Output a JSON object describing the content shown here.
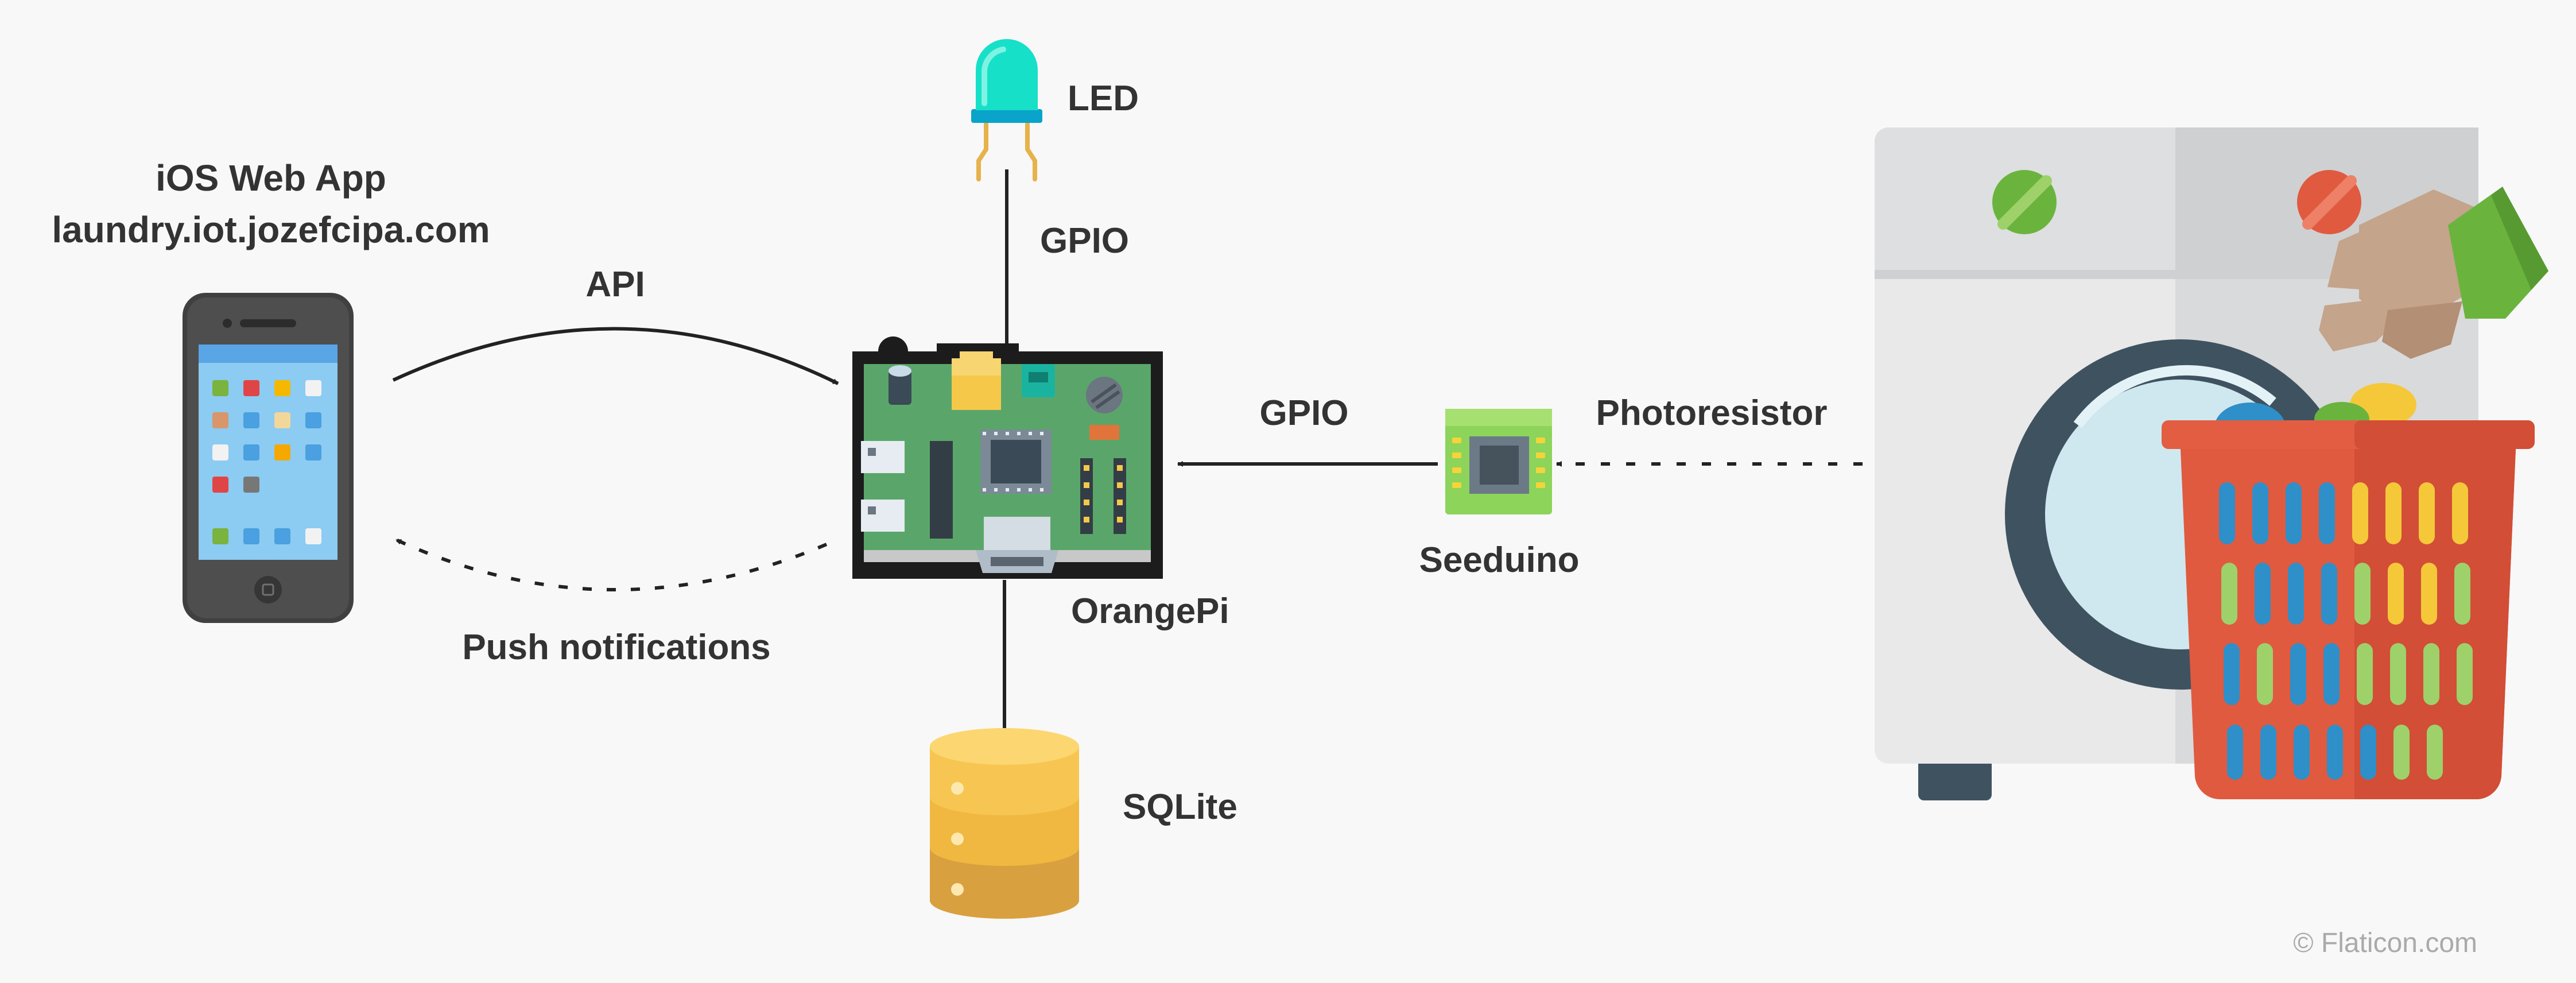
{
  "nodes": {
    "web_app": {
      "title": "iOS Web App",
      "url": "laundry.iot.jozefcipa.com",
      "icon": "iphone-icon"
    },
    "led": {
      "label": "LED",
      "icon": "led-icon"
    },
    "board": {
      "label": "OrangePi",
      "icon": "circuit-board-icon"
    },
    "database": {
      "label": "SQLite",
      "icon": "database-icon"
    },
    "microcontroller": {
      "label": "Seeduino",
      "icon": "microcontroller-icon"
    },
    "washing_machine": {
      "icon": "washing-machine-icon"
    },
    "laundry_basket": {
      "icon": "laundry-basket-icon"
    }
  },
  "connections": {
    "api": {
      "label": "API",
      "style": "solid",
      "from": "web_app",
      "to": "board"
    },
    "push_notifications": {
      "label": "Push notifications",
      "style": "dashed",
      "from": "board",
      "to": "web_app"
    },
    "gpio_led": {
      "label": "GPIO",
      "style": "solid",
      "from": "board",
      "to": "led"
    },
    "gpio_seeduino": {
      "label": "GPIO",
      "style": "solid",
      "from": "microcontroller",
      "to": "board"
    },
    "photoresistor": {
      "label": "Photoresistor",
      "style": "dashed",
      "from": "washing_machine",
      "to": "microcontroller"
    },
    "storage": {
      "style": "solid",
      "from": "board",
      "to": "database"
    }
  },
  "credit": "© Flaticon.com",
  "colors": {
    "background": "#f8f8f8",
    "text": "#333333",
    "line": "#222222",
    "board_green": "#5aa66a",
    "led_cyan": "#17e0c9",
    "database_yellow": "#f5b93e",
    "basket_red": "#e05a40"
  }
}
